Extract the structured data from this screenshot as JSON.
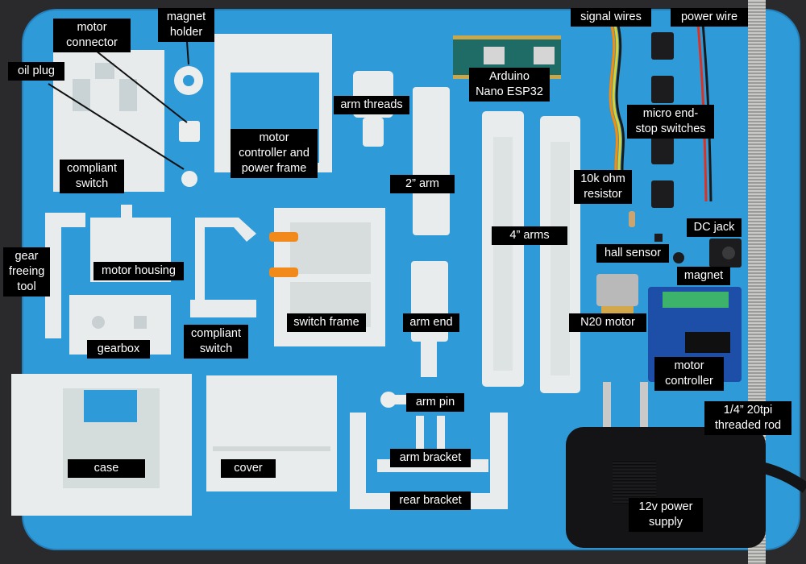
{
  "photo": {
    "background_color": "#2a2a2c",
    "mat_color": "#2f9ad8",
    "print_color": "#e9ecec",
    "label_bg": "#000000",
    "label_fg": "#ffffff"
  },
  "labels": {
    "motor_connector": "motor\nconnector",
    "magnet_holder": "magnet\nholder",
    "oil_plug": "oil plug",
    "signal_wires": "signal wires",
    "power_wire": "power wire",
    "arduino": "Arduino\nNano ESP32",
    "arm_threads": "arm threads",
    "motor_controller_frame": "motor\ncontroller and\npower frame",
    "micro_endstop": "micro end-\nstop switches",
    "compliant_switch_top": "compliant\nswitch",
    "arm_2in": "2” arm",
    "resistor": "10k ohm\nresistor",
    "dc_jack": "DC jack",
    "arms_4in": "4” arms",
    "gear_freeing_tool": "gear\nfreeing\ntool",
    "hall_sensor": "hall sensor",
    "motor_housing": "motor housing",
    "magnet": "magnet",
    "switch_frame": "switch frame",
    "arm_end": "arm end",
    "n20_motor": "N20 motor",
    "gearbox": "gearbox",
    "compliant_switch_bottom": "compliant\nswitch",
    "motor_controller": "motor\ncontroller",
    "arm_pin": "arm pin",
    "threaded_rod": "1/4” 20tpi\nthreaded rod",
    "arm_bracket": "arm bracket",
    "case": "case",
    "cover": "cover",
    "rear_bracket": "rear bracket",
    "power_supply": "12v power\nsupply"
  }
}
